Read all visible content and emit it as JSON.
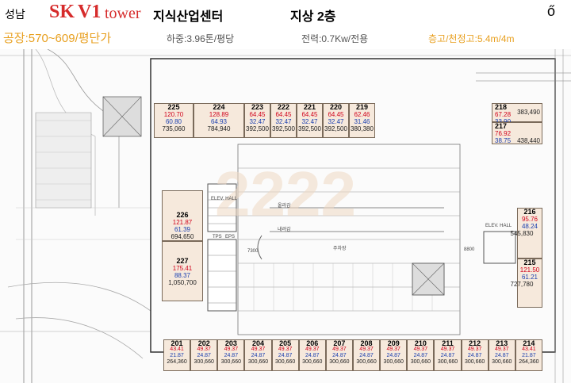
{
  "header": {
    "city": "성남",
    "brand_sk": "SK",
    "brand_v1": "V1",
    "brand_tower": "tower",
    "building_type": "지식산업센터",
    "floor": "지상 2층",
    "factory_price": "공장:570~609/평단가",
    "load": "하중:3.96톤/평당",
    "power": "전력:0.7Kw/전용",
    "ceiling": "층고/천정고:5.4m/4m"
  },
  "colors": {
    "brand_red": "#d62b2b",
    "orange": "#e8a020",
    "unit_fill": "#f6e9dc",
    "area_red": "#d0021b",
    "area_blue": "#1a3fb0"
  },
  "top_units": [
    {
      "no": "225",
      "a": "120.70",
      "b": "60.80",
      "p": "735,060"
    },
    {
      "no": "224",
      "a": "128.89",
      "b": "64.93",
      "p": "784,940"
    },
    {
      "no": "223",
      "a": "64.45",
      "b": "32.47",
      "p": "392,500"
    },
    {
      "no": "222",
      "a": "64.45",
      "b": "32.47",
      "p": "392,500"
    },
    {
      "no": "221",
      "a": "64.45",
      "b": "32.47",
      "p": "392,500"
    },
    {
      "no": "220",
      "a": "64.45",
      "b": "32.47",
      "p": "392,500"
    },
    {
      "no": "219",
      "a": "62.46",
      "b": "31.46",
      "p": "380,380"
    }
  ],
  "right_units": [
    {
      "no": "218",
      "a": "67.28",
      "b": "33.90",
      "p": "383,490"
    },
    {
      "no": "217",
      "a": "76.92",
      "b": "38.75",
      "p": "438,440"
    },
    {
      "no": "216",
      "a": "95.76",
      "b": "48.24",
      "p": "545,830"
    },
    {
      "no": "215",
      "a": "121.50",
      "b": "61.21",
      "p": "727,780"
    }
  ],
  "left_units": [
    {
      "no": "226",
      "a": "121.87",
      "b": "61.39",
      "p": "694,650"
    },
    {
      "no": "227",
      "a": "175.41",
      "b": "88.37",
      "p": "1,050,700"
    }
  ],
  "bottom_units": [
    {
      "no": "201",
      "a": "43.41",
      "b": "21.87",
      "p": "264,360"
    },
    {
      "no": "202",
      "a": "49.37",
      "b": "24.87",
      "p": "300,660"
    },
    {
      "no": "203",
      "a": "49.37",
      "b": "24.87",
      "p": "300,660"
    },
    {
      "no": "204",
      "a": "49.37",
      "b": "24.87",
      "p": "300,660"
    },
    {
      "no": "205",
      "a": "49.37",
      "b": "24.87",
      "p": "300,660"
    },
    {
      "no": "206",
      "a": "49.37",
      "b": "24.87",
      "p": "300,660"
    },
    {
      "no": "207",
      "a": "49.37",
      "b": "24.87",
      "p": "300,660"
    },
    {
      "no": "208",
      "a": "49.37",
      "b": "24.87",
      "p": "300,660"
    },
    {
      "no": "209",
      "a": "49.37",
      "b": "24.87",
      "p": "300,660"
    },
    {
      "no": "210",
      "a": "49.37",
      "b": "24.87",
      "p": "300,660"
    },
    {
      "no": "211",
      "a": "49.37",
      "b": "24.87",
      "p": "300,660"
    },
    {
      "no": "212",
      "a": "49.37",
      "b": "24.87",
      "p": "300,660"
    },
    {
      "no": "213",
      "a": "49.37",
      "b": "24.87",
      "p": "300,660"
    },
    {
      "no": "214",
      "a": "43.41",
      "b": "21.87",
      "p": "264,360"
    }
  ],
  "plan_labels": {
    "elev_hall_left": "ELEV. HALL",
    "elev_hall_right": "ELEV. HALL",
    "tps": "TPS",
    "eps": "EPS",
    "dim_7300": "7300",
    "dim_8800": "8800",
    "ramp_down": "내려감",
    "ramp_up": "올라감",
    "parking": "주차장"
  }
}
